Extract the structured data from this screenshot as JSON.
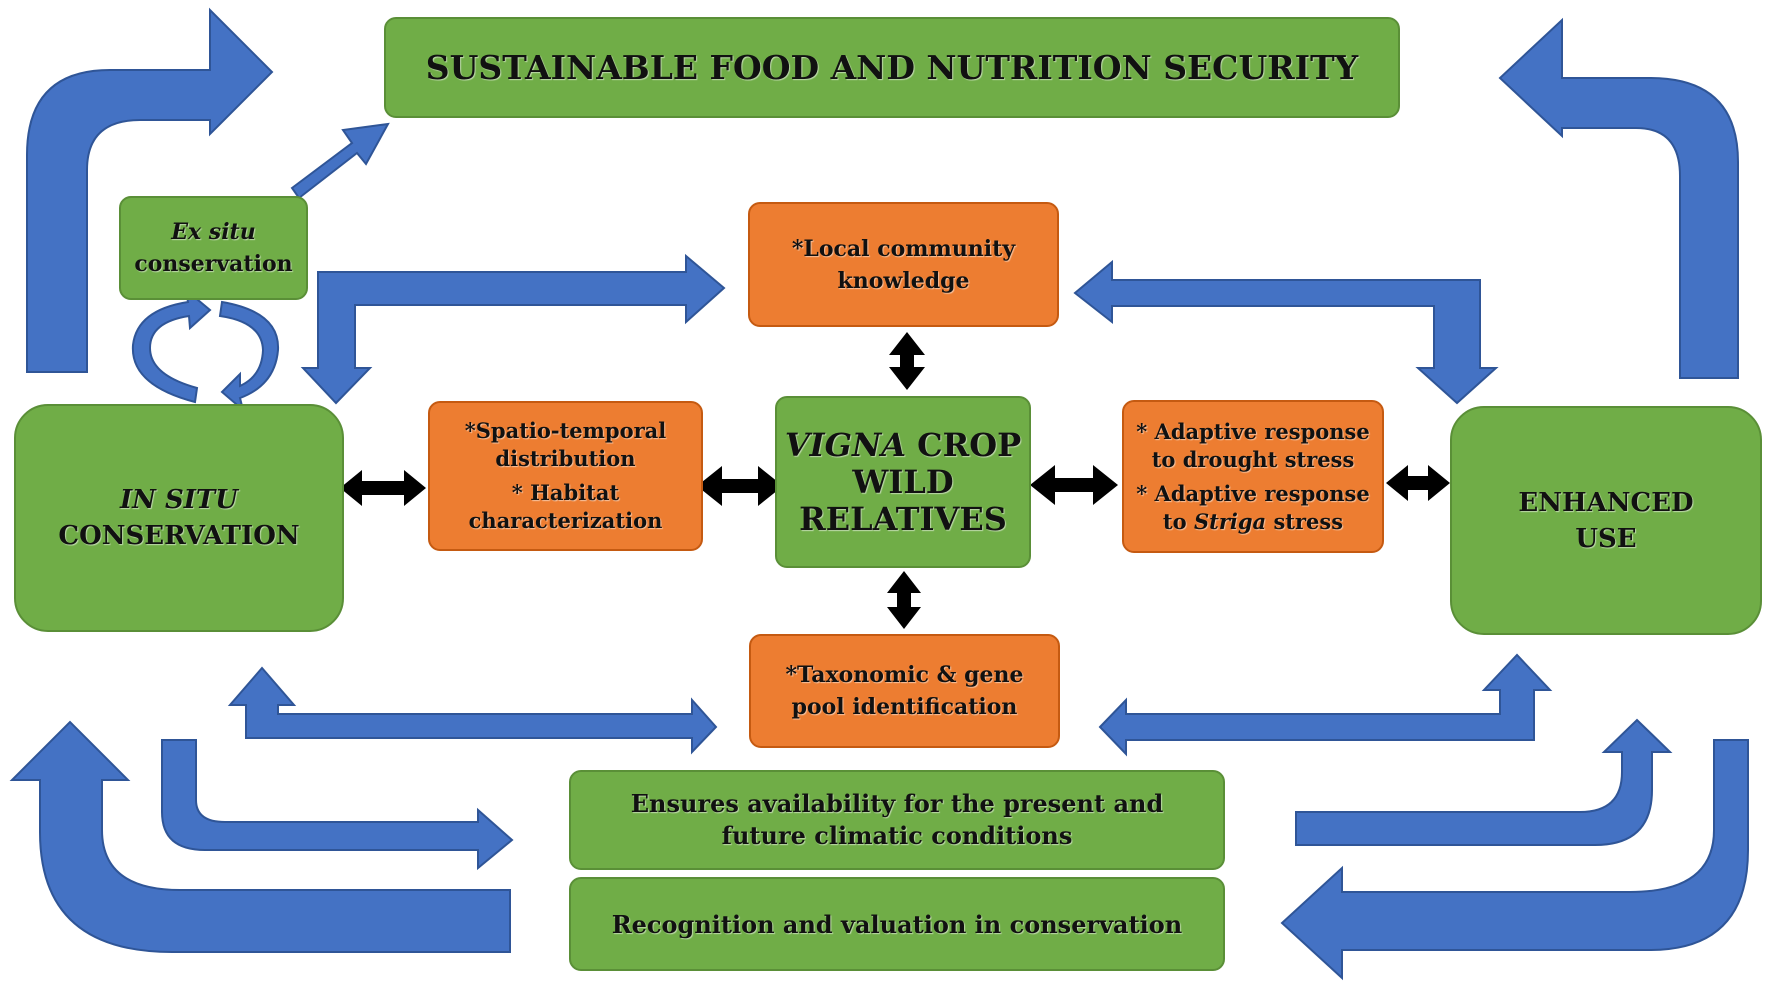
{
  "boxes": {
    "top_goal": {
      "text": "SUSTAINABLE FOOD AND NUTRITION SECURITY"
    },
    "ex_situ": {
      "line1": "Ex situ",
      "line2": "conservation"
    },
    "local_knowledge": {
      "line1": "*Local community",
      "line2": "knowledge"
    },
    "in_situ": {
      "line1": "IN SITU",
      "line2": "CONSERVATION"
    },
    "spatio": {
      "line1": "*Spatio-temporal",
      "line2": "distribution",
      "line3": "* Habitat",
      "line4": "characterization"
    },
    "vigna": {
      "line1_italic": "VIGNA",
      "line1_rest": " CROP",
      "line2": "WILD",
      "line3": "RELATIVES"
    },
    "adaptive": {
      "line1": "* Adaptive response",
      "line2": "to drought stress",
      "line3": "* Adaptive response",
      "line4_pre": "to ",
      "line4_italic": "Striga",
      "line4_post": " stress"
    },
    "enhanced": {
      "line1": "ENHANCED",
      "line2": "USE"
    },
    "taxonomic": {
      "line1": "*Taxonomic & gene",
      "line2": "pool identification"
    },
    "ensures": {
      "line1": "Ensures availability for the present and",
      "line2": "future climatic conditions"
    },
    "recognition": {
      "text": "Recognition and valuation in conservation"
    }
  },
  "colors": {
    "green": "#70ad47",
    "orange": "#ed7d31",
    "blue_arrow": "#4472c4",
    "black_arrow": "#000000"
  }
}
